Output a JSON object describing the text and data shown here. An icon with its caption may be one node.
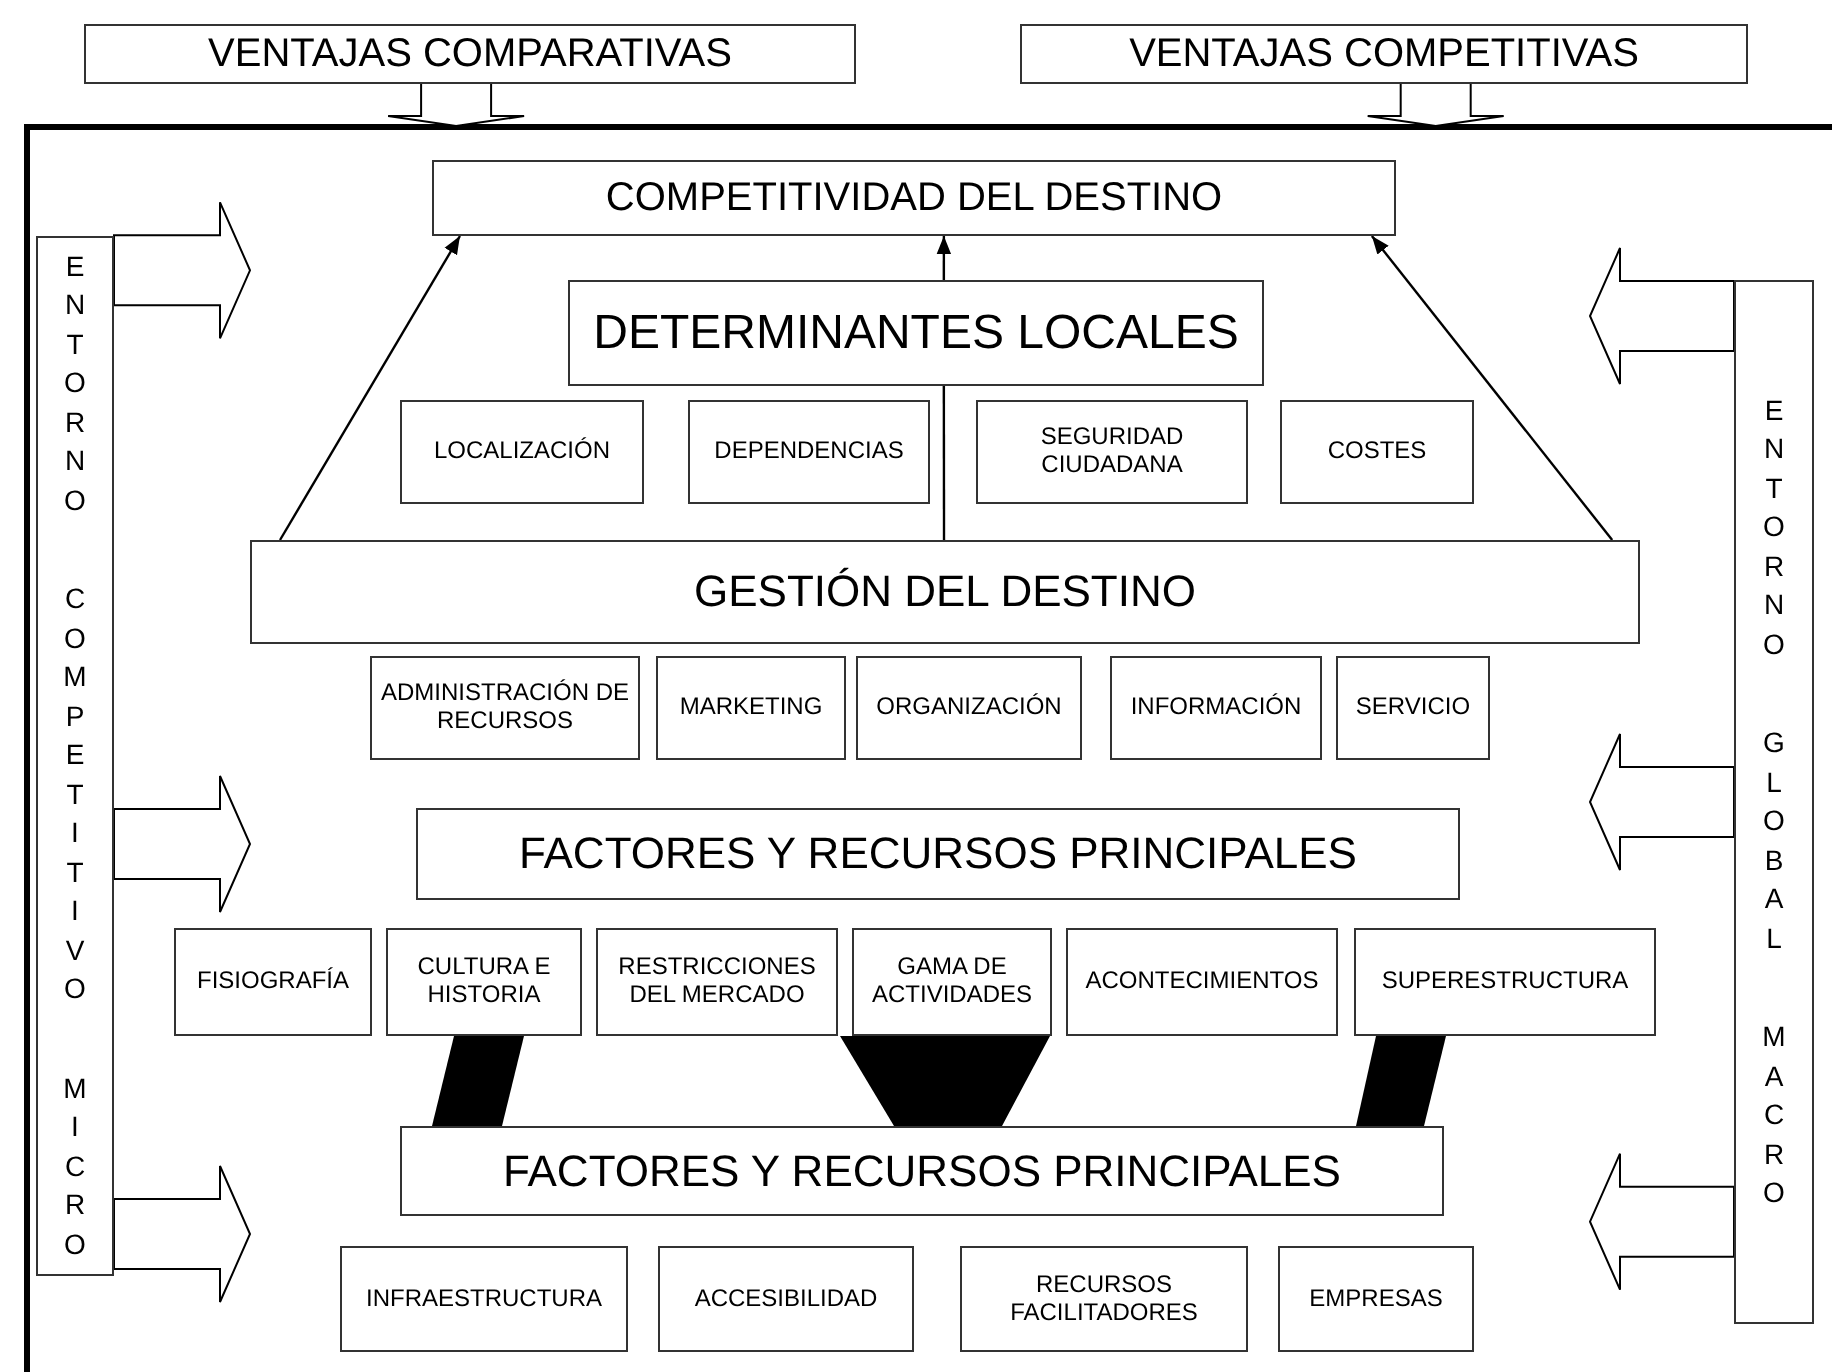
{
  "diagram": {
    "nodes": [
      {
        "text": [
          "VENTAJAS COMPARATIVAS"
        ]
      },
      {
        "text": [
          "VENTAJAS COMPETITIVAS"
        ]
      },
      {
        "text": [
          "ENTORNO COMPETITIVO MICRO"
        ]
      },
      {
        "text": [
          "ENTORNO GLOBAL MACRO"
        ]
      },
      {
        "text": [
          "COMPETITIVIDAD DEL DESTINO"
        ]
      },
      {
        "text": [
          "DETERMINANTES LOCALES"
        ]
      },
      {
        "text": [
          "LOCALIZACIÓN"
        ]
      },
      {
        "text": [
          "DEPENDENCIAS"
        ]
      },
      {
        "text": [
          "SEGURIDAD CIUDADANA"
        ]
      },
      {
        "text": [
          "COSTES"
        ]
      },
      {
        "text": [
          "GESTIÓN DEL DESTINO"
        ]
      },
      {
        "text": [
          "ADMINISTRACIÓN DE RECURSOS"
        ]
      },
      {
        "text": [
          "MARKETING"
        ]
      },
      {
        "text": [
          "ORGANIZACIÓN"
        ]
      },
      {
        "text": [
          "INFORMACIÓN"
        ]
      },
      {
        "text": [
          "SERVICIO"
        ]
      },
      {
        "text": [
          "FACTORES Y RECURSOS PRINCIPALES"
        ]
      },
      {
        "text": [
          "FISIOGRAFÍA"
        ]
      },
      {
        "text": [
          "CULTURA E HISTORIA"
        ]
      },
      {
        "text": [
          "RESTRICCIONES DEL MERCADO"
        ]
      },
      {
        "text": [
          "GAMA DE ACTIVIDADES"
        ]
      },
      {
        "text": [
          "ACONTECIMIENTOS"
        ]
      },
      {
        "text": [
          "SUPERESTRUCTURA"
        ]
      },
      {
        "text": [
          "FACTORES Y RECURSOS PRINCIPALES"
        ]
      },
      {
        "text": [
          "INFRAESTRUCTURA"
        ]
      },
      {
        "text": [
          "ACCESIBILIDAD"
        ]
      },
      {
        "text": [
          "RECURSOS FACILITADORES"
        ]
      },
      {
        "text": [
          "EMPRESAS"
        ]
      }
    ],
    "edges": [
      {
        "from": 0,
        "to": null,
        "arrow": "to"
      },
      {
        "from": 1,
        "to": null,
        "arrow": "to"
      },
      {
        "from": 2,
        "to": null,
        "arrow": "to"
      },
      {
        "from": 2,
        "to": null,
        "arrow": "to"
      },
      {
        "from": 2,
        "to": null,
        "arrow": "to"
      },
      {
        "from": 3,
        "to": null,
        "arrow": "to"
      },
      {
        "from": 3,
        "to": null,
        "arrow": "to"
      },
      {
        "from": 3,
        "to": null,
        "arrow": "to"
      },
      {
        "from": 10,
        "to": 4,
        "arrow": "to"
      },
      {
        "from": 10,
        "to": 5,
        "arrow": "none"
      },
      {
        "from": 5,
        "to": 4,
        "arrow": "to"
      },
      {
        "from": 10,
        "to": 4,
        "arrow": "to"
      },
      {
        "from": 18,
        "to": 23,
        "arrow": "none",
        "style": "thick"
      },
      {
        "from": 20,
        "to": 23,
        "arrow": "none",
        "style": "thick"
      },
      {
        "from": 22,
        "to": 23,
        "arrow": "none",
        "style": "thick"
      }
    ]
  }
}
